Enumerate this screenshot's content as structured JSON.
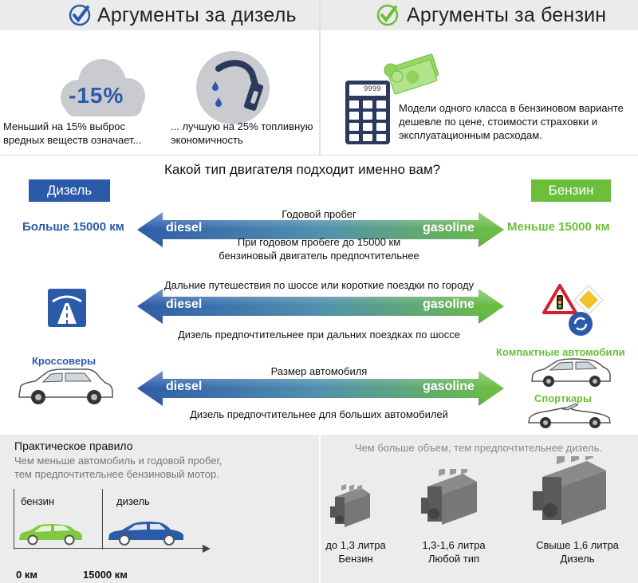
{
  "header": {
    "left_title": "Аргументы за дизель",
    "right_title": "Аргументы за бензин"
  },
  "diesel_args": {
    "cloud_value": "-15%",
    "text1": "Меньший на 15% выброс вредных веществ означает...",
    "text2": "... лучшую на 25% топливную экономичность"
  },
  "petrol_args": {
    "calc_display": "9999",
    "text": "Модели одного класса в бензиновом варианте дешевле по цене, стоимости страховки и эксплуатационным расходам."
  },
  "question": "Какой тип двигателя подходит именно вам?",
  "tags": {
    "diesel": "Дизель",
    "petrol": "Бензин"
  },
  "arrow_labels": {
    "diesel": "diesel",
    "gasoline": "gasoline"
  },
  "rows": {
    "mileage": {
      "left": "Больше 15000 км",
      "right": "Меньше 15000 км",
      "top": "Годовой пробег",
      "bottom1": "При годовом пробеге до 15000 км",
      "bottom2": "бензиновый двигатель предпочтительнее"
    },
    "trips": {
      "top": "Дальние путешествия по шоссе или короткие поездки по городу",
      "bottom": "Дизель предпочтительнее при дальних поездках по шоссе"
    },
    "size": {
      "left_label": "Кроссоверы",
      "right_label1": "Компактные автомобили",
      "right_label2": "Спорткары",
      "top": "Размер автомобиля",
      "bottom": "Дизель предпочтительнее для больших автомобилей"
    }
  },
  "rule": {
    "title": "Практическое правило",
    "text1": "Чем меньше автомобиль и годовой пробег,",
    "text2": "тем предпочтительнее бензиновый мотор.",
    "petrol_label": "бензин",
    "diesel_label": "дизель",
    "km0": "0 км",
    "km15": "15000 км"
  },
  "engines": {
    "title": "Чем больше объем, тем предпочтительнее дизель.",
    "small1": "до 1,3 литра",
    "small2": "Бензин",
    "mid1": "1,3-1,6 литра",
    "mid2": "Любой тип",
    "big1": "Свыше 1,6 литра",
    "big2": "Дизель"
  },
  "colors": {
    "diesel_blue": "#2b5aa8",
    "petrol_green": "#6bbf3a",
    "header_bg": "#ebebeb",
    "bottom_bg": "#ececec"
  },
  "icons": [
    "checkmark-icon",
    "cloud-icon",
    "fuel-nozzle-icon",
    "calculator-icon",
    "money-icon",
    "highway-sign-icon",
    "road-signs-icon",
    "crossover-car-icon",
    "compact-car-icon",
    "sports-car-icon",
    "engine-icon"
  ]
}
